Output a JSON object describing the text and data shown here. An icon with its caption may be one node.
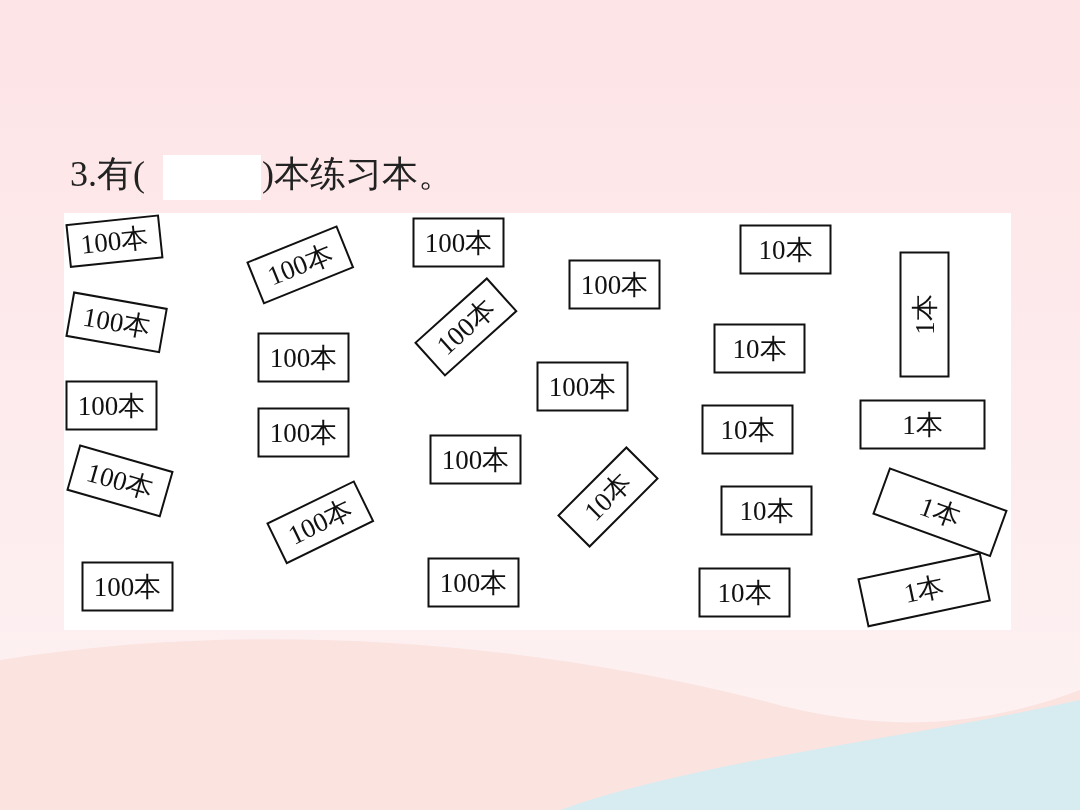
{
  "diagram": {
    "nodes": [
      {
        "text": [
          "100本"
        ]
      },
      {
        "text": [
          "100本"
        ]
      },
      {
        "text": [
          "100本"
        ]
      },
      {
        "text": [
          "100本"
        ]
      },
      {
        "text": [
          "100本"
        ]
      },
      {
        "text": [
          "100本"
        ]
      },
      {
        "text": [
          "100本"
        ]
      },
      {
        "text": [
          "100本"
        ]
      },
      {
        "text": [
          "100本"
        ]
      },
      {
        "text": [
          "100本"
        ]
      },
      {
        "text": [
          "100本"
        ]
      },
      {
        "text": [
          "100本"
        ]
      },
      {
        "text": [
          "100本"
        ]
      },
      {
        "text": [
          "100本"
        ]
      },
      {
        "text": [
          "100本"
        ]
      },
      {
        "text": [
          "10本"
        ]
      },
      {
        "text": [
          "10本"
        ]
      },
      {
        "text": [
          "10本"
        ]
      },
      {
        "text": [
          "10本"
        ]
      },
      {
        "text": [
          "10本"
        ]
      },
      {
        "text": [
          "10本"
        ]
      },
      {
        "text": [
          "1本"
        ]
      },
      {
        "text": [
          "1本"
        ]
      },
      {
        "text": [
          "1本"
        ]
      },
      {
        "text": [
          "1本"
        ]
      }
    ],
    "labels": [
      "3.有(",
      ")本练习本。"
    ]
  }
}
